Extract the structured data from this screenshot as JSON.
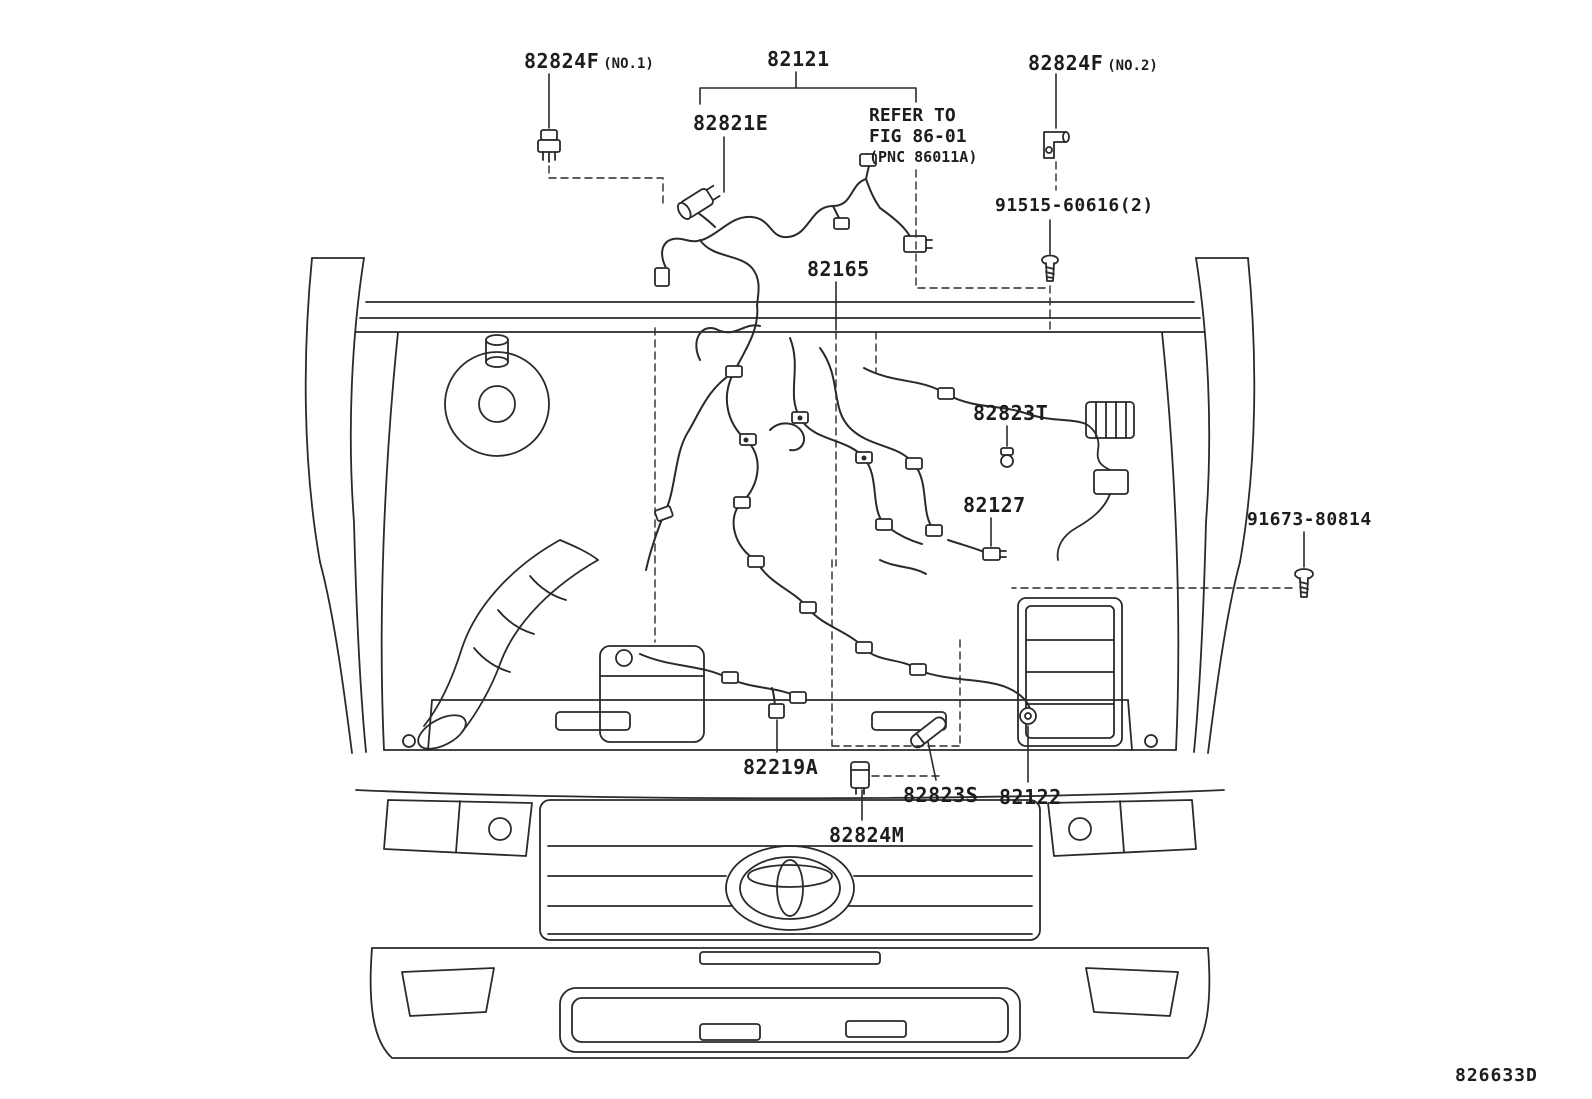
{
  "page": {
    "background": "#ffffff",
    "ink": "#2a2a2a"
  },
  "diagram": {
    "code": "826633D",
    "note": {
      "line1": "REFER TO",
      "line2": "FIG 86-01",
      "line3": "(PNC 86011A)"
    },
    "labels": {
      "l82824f_no1": {
        "part": "82824F",
        "qualifier": "(NO.1)"
      },
      "l82121": {
        "part": "82121"
      },
      "l82824f_no2": {
        "part": "82824F",
        "qualifier": "(NO.2)"
      },
      "l82821e": {
        "part": "82821E"
      },
      "l91515": {
        "part": "91515-60616(2)"
      },
      "l82165": {
        "part": "82165"
      },
      "l82823t": {
        "part": "82823T"
      },
      "l82127": {
        "part": "82127"
      },
      "l91673": {
        "part": "91673-80814"
      },
      "l82219a": {
        "part": "82219A"
      },
      "l82823s": {
        "part": "82823S"
      },
      "l82122": {
        "part": "82122"
      },
      "l82824m": {
        "part": "82824M"
      }
    }
  }
}
